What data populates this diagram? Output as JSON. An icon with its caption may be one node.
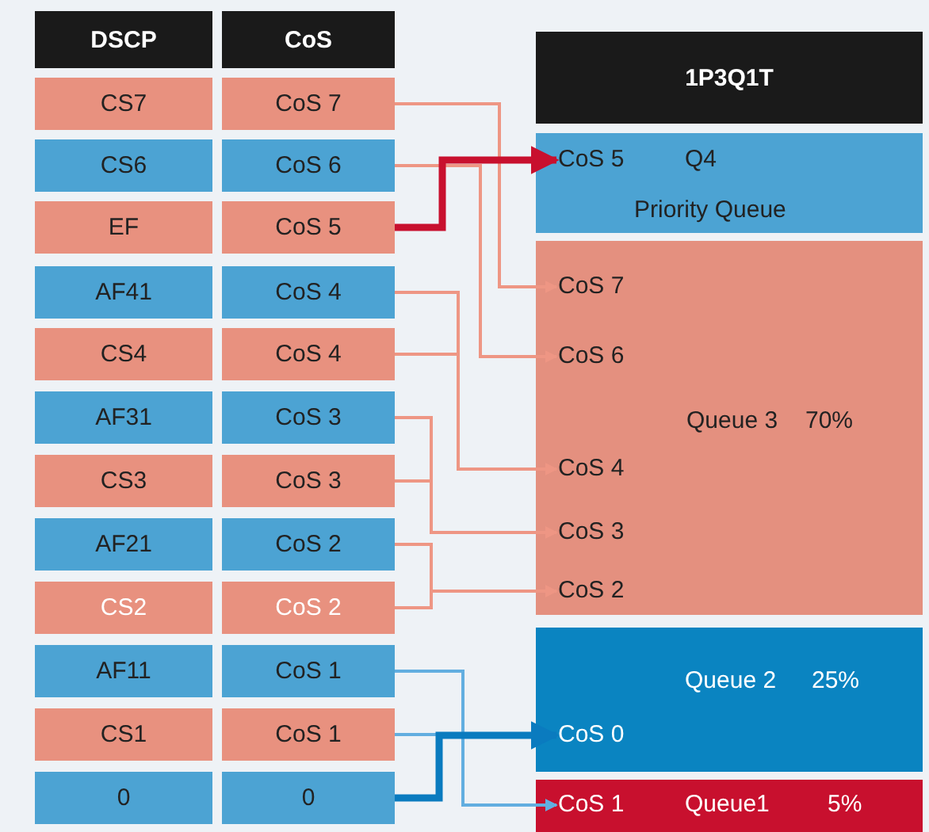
{
  "diagram": {
    "nodes": [
      {
        "text": [
          "DSCP"
        ]
      },
      {
        "text": [
          "CoS"
        ]
      },
      {
        "text": [
          "CS7"
        ]
      },
      {
        "text": [
          "CoS 7"
        ]
      },
      {
        "text": [
          "CS6"
        ]
      },
      {
        "text": [
          "CoS 6"
        ]
      },
      {
        "text": [
          "EF"
        ]
      },
      {
        "text": [
          "CoS 5"
        ]
      },
      {
        "text": [
          "AF41"
        ]
      },
      {
        "text": [
          "CoS 4"
        ]
      },
      {
        "text": [
          "CS4"
        ]
      },
      {
        "text": [
          "CoS 4"
        ]
      },
      {
        "text": [
          "AF31"
        ]
      },
      {
        "text": [
          "CoS 3"
        ]
      },
      {
        "text": [
          "CS3"
        ]
      },
      {
        "text": [
          "CoS 3"
        ]
      },
      {
        "text": [
          "AF21"
        ]
      },
      {
        "text": [
          "CoS 2"
        ]
      },
      {
        "text": [
          "CS2"
        ]
      },
      {
        "text": [
          "CoS 2"
        ]
      },
      {
        "text": [
          "AF11"
        ]
      },
      {
        "text": [
          "CoS 1"
        ]
      },
      {
        "text": [
          "CS1"
        ]
      },
      {
        "text": [
          "CoS 1"
        ]
      },
      {
        "text": [
          "0"
        ]
      },
      {
        "text": [
          "0"
        ]
      },
      {
        "text": [
          "1P3Q1T"
        ]
      },
      {
        "text": [
          "Q4",
          "Priority Queue"
        ]
      },
      {
        "text": [
          "CoS 5"
        ],
        "in": 27
      },
      {
        "text": [
          "Queue 3",
          "70%"
        ]
      },
      {
        "text": [
          "CoS 7"
        ],
        "in": 29
      },
      {
        "text": [
          "CoS 6"
        ],
        "in": 29
      },
      {
        "text": [
          "CoS 4"
        ],
        "in": 29
      },
      {
        "text": [
          "CoS 3"
        ],
        "in": 29
      },
      {
        "text": [
          "CoS 2"
        ],
        "in": 29
      },
      {
        "text": [
          "Queue 2",
          "25%"
        ]
      },
      {
        "text": [
          "CoS 0"
        ],
        "in": 35
      },
      {
        "text": [
          "Queue1",
          "5%"
        ]
      },
      {
        "text": [
          "CoS 1"
        ],
        "in": 37
      }
    ],
    "edges": [
      {
        "from": 3,
        "to": 30,
        "arrow": "to"
      },
      {
        "from": 5,
        "to": 31,
        "arrow": "to"
      },
      {
        "from": 7,
        "to": 28,
        "arrow": "to",
        "style": "thick",
        "color": "#c8102e"
      },
      {
        "from": 9,
        "to": 32,
        "arrow": "to"
      },
      {
        "from": 11,
        "to": 32,
        "arrow": "to"
      },
      {
        "from": 13,
        "to": 33,
        "arrow": "to"
      },
      {
        "from": 15,
        "to": 33,
        "arrow": "to"
      },
      {
        "from": 17,
        "to": 34,
        "arrow": "to"
      },
      {
        "from": 19,
        "to": 34,
        "arrow": "to"
      },
      {
        "from": 21,
        "to": 38,
        "arrow": "to",
        "color": "#62aee0"
      },
      {
        "from": 23,
        "to": 38,
        "arrow": "to",
        "color": "#62aee0"
      },
      {
        "from": 25,
        "to": 36,
        "arrow": "to",
        "style": "thick",
        "color": "#0a7bbf"
      }
    ]
  }
}
